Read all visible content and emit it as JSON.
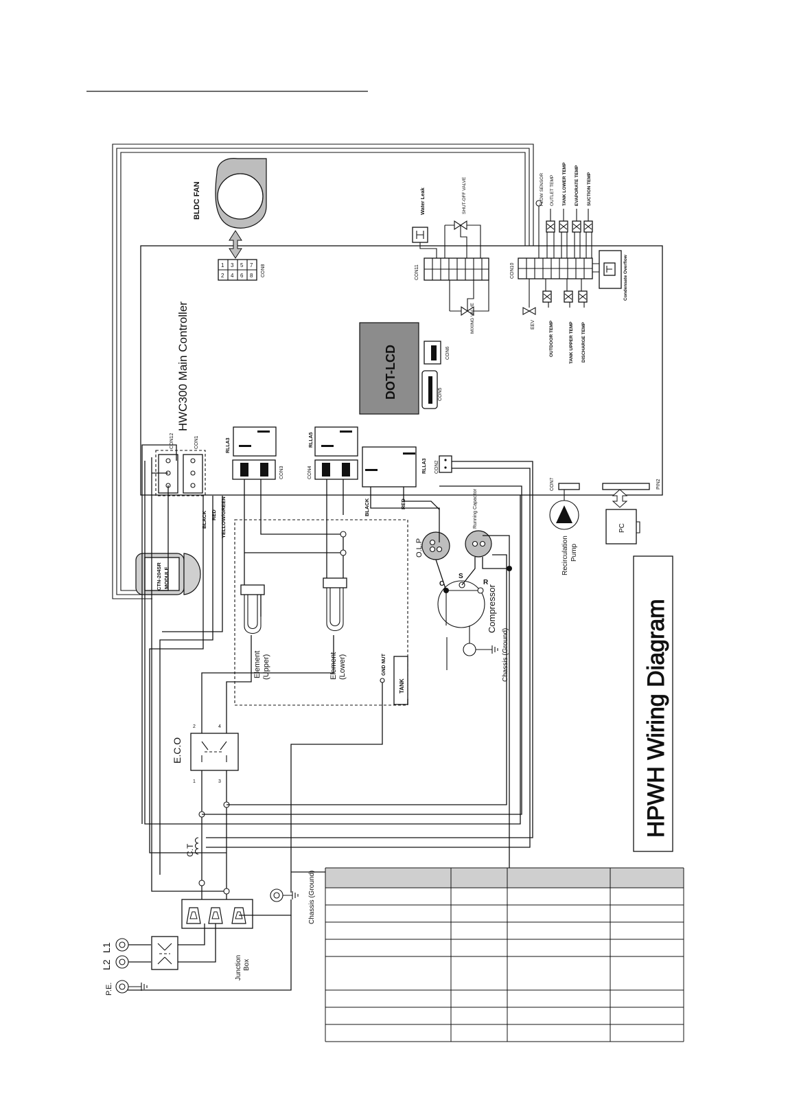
{
  "labels": {
    "bldc_fan": "BLDC FAN",
    "main_controller": "HWC300 Main Controller",
    "dot_lcd": "DOT-LCD",
    "con8": "CON8",
    "con11": "CON11",
    "con10": "CON10",
    "con6": "CON6",
    "con5": "CON5",
    "con12": "CON12",
    "con1": "CON1",
    "con3": "CON3",
    "con4": "CON4",
    "con2": "CON2",
    "con7": "CON7",
    "pin2": "PIN2",
    "rlla3_top": "RLLA3",
    "rlla5": "RLLA5",
    "rlla3_bottom": "RLLA3",
    "water_leak": "Water Leak",
    "shutoff_valve": "SHUT-OFF VALVE",
    "mixing_valve": "MIXING VALVE",
    "eev": "EEV",
    "flow_sensor": "FLOW SENSOR",
    "outlet_temp": "OUTLET TEMP",
    "tank_lower_temp": "TANK LOWER TEMP",
    "evaporate_temp": "EVAPORATE TEMP",
    "suction_temp": "SUCTION TEMP",
    "outdoor_temp": "OUTDOOR TEMP",
    "tank_upper_temp": "TANK UPPER TEMP",
    "discharge_temp": "DISCHARGE TEMP",
    "condensate_overflow": "Condensate Overflow",
    "black": "BLACK",
    "red": "RED",
    "yellow_green": "YELLOW/GREEN",
    "black2": "BLACK",
    "red2": "RED",
    "wifi_module_line1": "CTN-204SR",
    "wifi_module_line2": "MODULE",
    "olp": "O.L.P",
    "running_capacitor": "Running Capacitor",
    "recirculation_pump_line1": "Recirculation",
    "recirculation_pump_line2": "Pump",
    "pc": "PC",
    "compressor": "Compressor",
    "chassis_ground_1": "Chassis (Ground)",
    "chassis_ground_2": "Chassis (Ground)",
    "c": "C",
    "s": "S",
    "r": "R",
    "element_upper_line1": "Element",
    "element_upper_line2": "(Upper)",
    "element_lower_line1": "Element",
    "element_lower_line2": "(Lower)",
    "gnd_nut": "GND NUT",
    "tank": "TANK",
    "eco": "E.C.O",
    "eco_pin1": "1",
    "eco_pin2": "2",
    "eco_pin3": "3",
    "eco_pin4": "4",
    "ct": "C.T",
    "l1": "L1",
    "l2": "L2",
    "pe": "P.E.",
    "junction_box_line1": "Junction",
    "junction_box_line2": "Box",
    "title": "HPWH Wiring Diagram",
    "pin_one": "1",
    "con8_pins_top": [
      "1",
      "3",
      "5",
      "7"
    ],
    "con8_pins_bottom": [
      "2",
      "4",
      "6",
      "8"
    ]
  },
  "table": {
    "rows": 9,
    "cols": 4,
    "cells": []
  }
}
